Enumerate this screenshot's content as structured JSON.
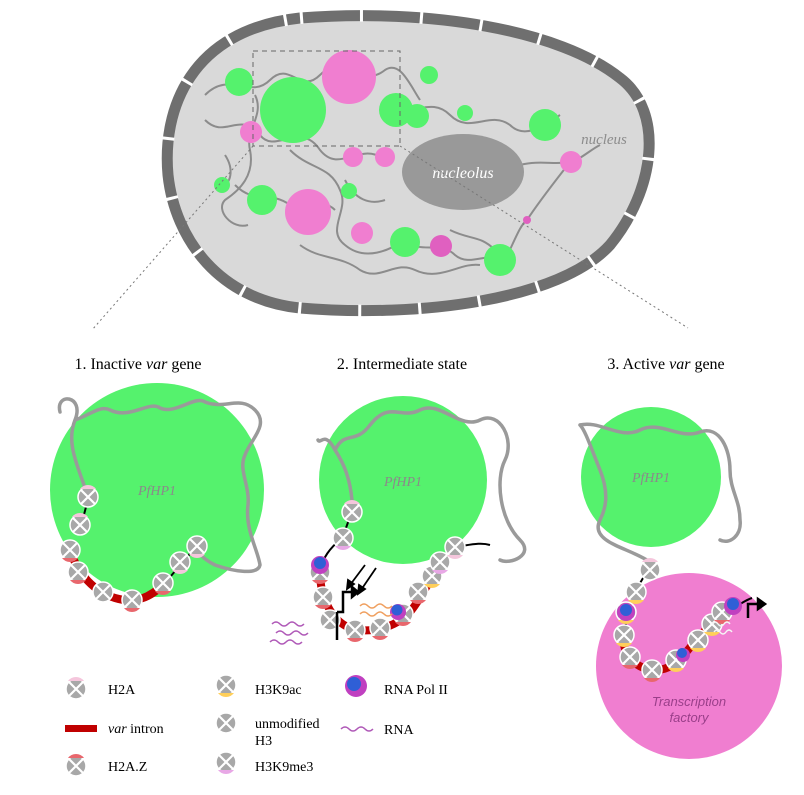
{
  "nucleus": {
    "nucleus_label": "nucleus",
    "nucleolus_label": "nucleolus"
  },
  "panels": {
    "inactive": {
      "number": "1. Inactive ",
      "italic": "var",
      "rest": " gene",
      "protein_label": "PfHP1"
    },
    "intermediate": {
      "title": "2. Intermediate state",
      "protein_label": "PfHP1"
    },
    "active": {
      "number": "3. Active ",
      "italic": "var",
      "rest": " gene",
      "protein_label": "PfHP1",
      "factory_line1": "Transcription",
      "factory_line2": "factory"
    }
  },
  "legend": {
    "h2a": "H2A",
    "var_intron_italic": "var",
    "var_intron_rest": " intron",
    "h2az": "H2A.Z",
    "h3k9ac": "H3K9ac",
    "unmod_line1": "unmodified",
    "unmod_line2": "H3",
    "h3k9me3": "H3K9me3",
    "rnapol": "RNA Pol II",
    "rna": "RNA"
  },
  "colors": {
    "hp1_green": "#55f26d",
    "factory_pink": "#f07ed0",
    "nucleus_fill": "#d9d9d9",
    "envelope": "#6f6f6f",
    "intron_red": "#c00000",
    "nucleosome_grey": "#a8a8a8",
    "h2a_pink": "#f5c6dc",
    "h2az_red": "#e8676d",
    "h3k9ac_yellow": "#ffcf5a",
    "h3k9me3_pink": "#e8a8e6",
    "rnapol_blue": "#2f5fd6",
    "rnapol_magenta": "#c040c0",
    "rna_purple": "#b05ab8",
    "rna_orange": "#f0a060"
  }
}
